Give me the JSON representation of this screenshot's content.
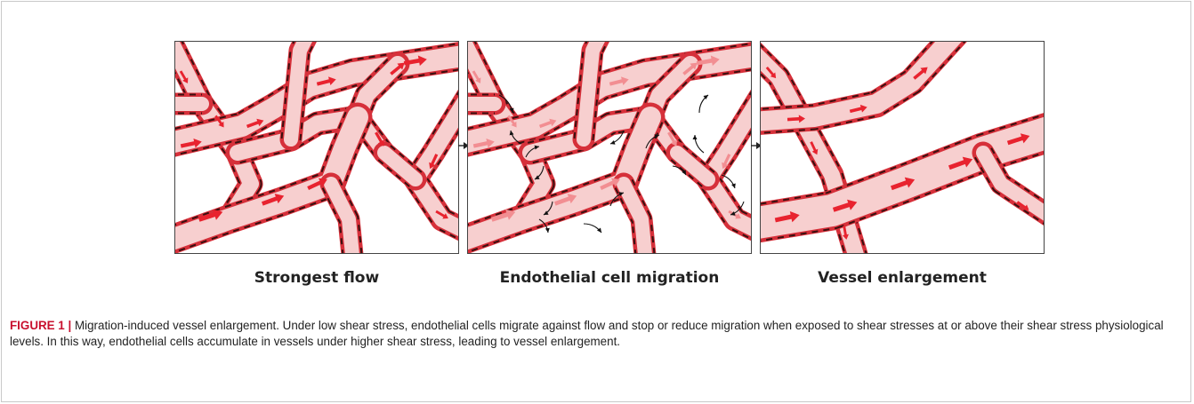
{
  "figure": {
    "panels": [
      {
        "label": "Strongest flow"
      },
      {
        "label": "Endothelial cell migration"
      },
      {
        "label": "Vessel enlargement"
      }
    ],
    "caption": {
      "label": "FIGURE 1 |",
      "text": "Migration-induced vessel enlargement. Under low shear stress, endothelial cells migrate against flow and stop or reduce migration when exposed to shear stresses at or above their shear stress physiological levels. In this way, endothelial cells accumulate in vessels under higher shear stress, leading to vessel enlargement."
    }
  },
  "colors": {
    "vessel_fill": "#f7cfcf",
    "vessel_wall": "#d6303a",
    "wall_dash": "#3a1010",
    "flow_arrow_strong": "#e8232f",
    "flow_arrow_faded": "#f28e92",
    "migration_arrow": "#111111",
    "caption_label": "#c8102e"
  }
}
